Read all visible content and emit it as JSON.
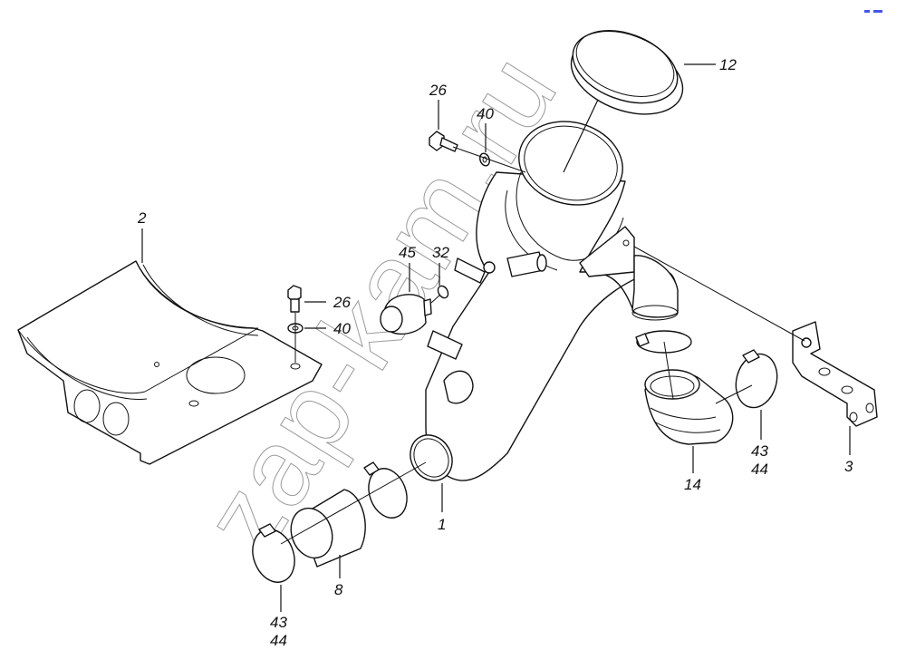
{
  "diagram": {
    "type": "exploded-parts-diagram",
    "subject": "Air intake pipe assembly",
    "watermark": "zap-kam.ru",
    "line_color": "#111111",
    "watermark_color": "#9a9a9a",
    "corner_mark_color": "#4455ee",
    "callouts": [
      {
        "id": "c1",
        "label": "1",
        "part": "intake-pipe"
      },
      {
        "id": "c2",
        "label": "2",
        "part": "support-cradle"
      },
      {
        "id": "c3",
        "label": "3",
        "part": "mounting-bracket"
      },
      {
        "id": "c8",
        "label": "8",
        "part": "connecting-sleeve"
      },
      {
        "id": "c12",
        "label": "12",
        "part": "end-cap"
      },
      {
        "id": "c14",
        "label": "14",
        "part": "elbow-hose"
      },
      {
        "id": "c26a",
        "label": "26",
        "part": "bolt-upper"
      },
      {
        "id": "c40a",
        "label": "40",
        "part": "washer-upper"
      },
      {
        "id": "c26b",
        "label": "26",
        "part": "bolt-lower"
      },
      {
        "id": "c40b",
        "label": "40",
        "part": "washer-lower"
      },
      {
        "id": "c32",
        "label": "32",
        "part": "o-ring"
      },
      {
        "id": "c45",
        "label": "45",
        "part": "plug"
      },
      {
        "id": "c4344a",
        "label": "43",
        "label2": "44",
        "part": "hose-clamp-elbow"
      },
      {
        "id": "c4344b",
        "label": "43",
        "label2": "44",
        "part": "hose-clamp-sleeve"
      }
    ]
  }
}
